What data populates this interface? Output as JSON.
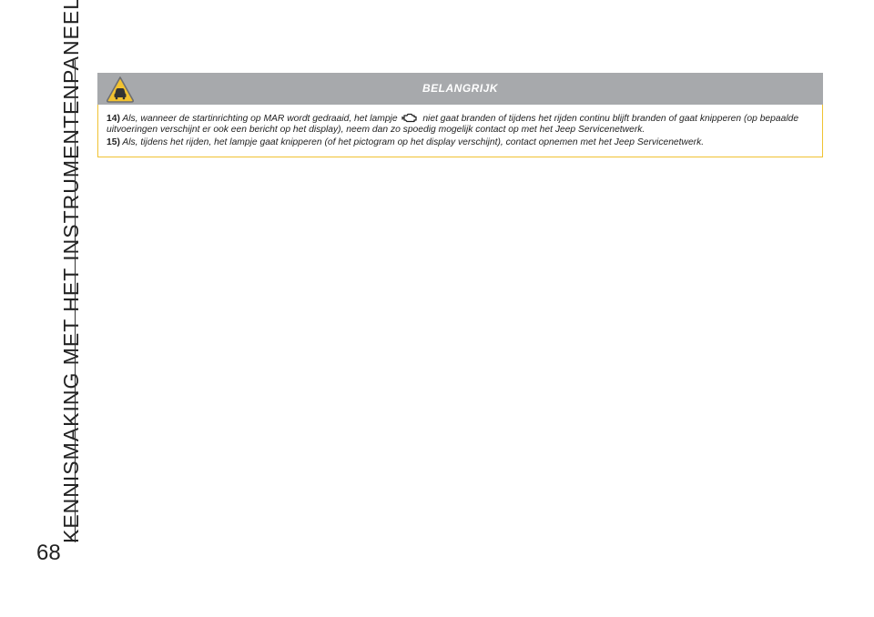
{
  "section_title": "KENNISMAKING MET HET INSTRUMENTENPANEEL",
  "page_number": "68",
  "notice": {
    "title": "BELANGRIJK",
    "icon": "warning-triangle-car-icon",
    "notes": [
      {
        "number": "14)",
        "text_before": "Als, wanneer de startinrichting op MAR wordt gedraaid, het lampje",
        "icon": "engine-lamp-icon",
        "text_after": "niet gaat branden of tijdens het rijden continu blijft branden of gaat knipperen (op bepaalde uitvoeringen verschijnt er ook een bericht op het display), neem dan zo spoedig mogelijk contact op met het Jeep Servicenetwerk."
      },
      {
        "number": "15)",
        "text": "Als, tijdens het rijden, het lampje gaat knipperen (of het pictogram op het display verschijnt), contact opnemen met het Jeep Servicenetwerk."
      }
    ]
  },
  "colors": {
    "header_bg": "#a7a9ac",
    "border": "#f0c232",
    "warning_yellow": "#f2c230"
  }
}
